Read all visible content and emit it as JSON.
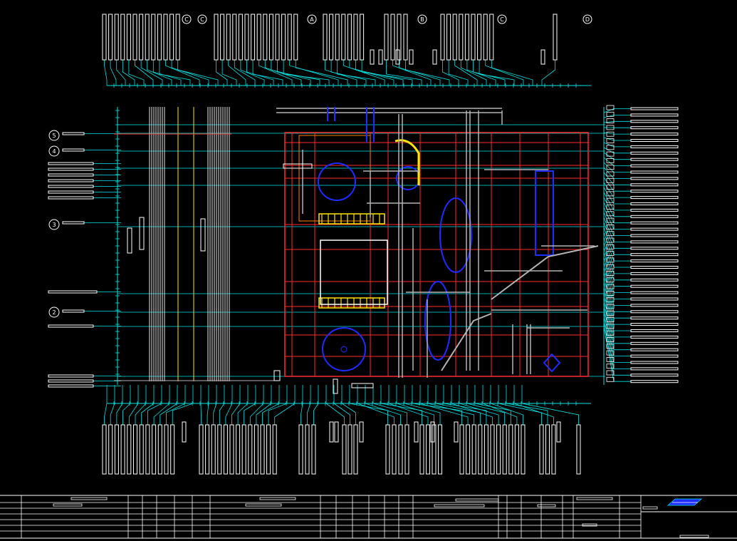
{
  "colors": {
    "background": "#000000",
    "leader": "#00e5e5",
    "box": "#ffffff",
    "steel": "#ff2a2a",
    "pipe_blue": "#1f2cff",
    "yellow": "#ffe600",
    "orange": "#ff8000",
    "grey": "#b4b4b4"
  },
  "top_bubbles": [
    "C",
    "C",
    "A",
    "B",
    "C",
    "D"
  ],
  "left_bubbles": [
    "5",
    "4",
    "3",
    "2"
  ],
  "title_block": {
    "logo": "company-logo-icon"
  }
}
